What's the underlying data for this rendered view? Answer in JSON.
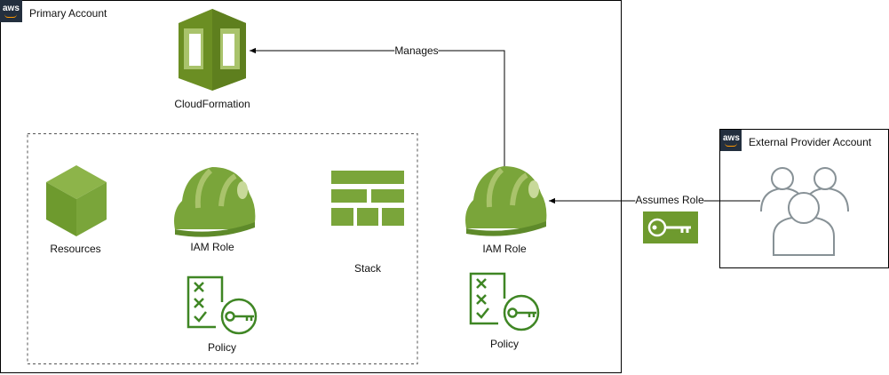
{
  "primary_account": {
    "label": "Primary Account",
    "logo_text": "aws"
  },
  "external_account": {
    "label": "External Provider Account",
    "logo_text": "aws"
  },
  "nodes": {
    "cloudformation": "CloudFormation",
    "resources": "Resources",
    "iam_role_inner": "IAM Role",
    "stack": "Stack",
    "policy_inner": "Policy",
    "iam_role_outer": "IAM Role",
    "policy_outer": "Policy"
  },
  "edges": {
    "manages": "Manages",
    "assumes_role": "Assumes Role"
  },
  "colors": {
    "aws_green": "#7AA116",
    "aws_green_dark": "#3F8624",
    "icon_gray": "#879196",
    "aws_logo_bg": "#232F3E",
    "line": "#000000"
  },
  "icons": {
    "cloudformation": "cloudformation-icon",
    "resources": "resource-cube-icon",
    "iam_role": "hard-hat-icon",
    "stack": "stack-icon",
    "policy": "policy-key-icon",
    "key": "key-icon",
    "users": "users-group-icon"
  }
}
